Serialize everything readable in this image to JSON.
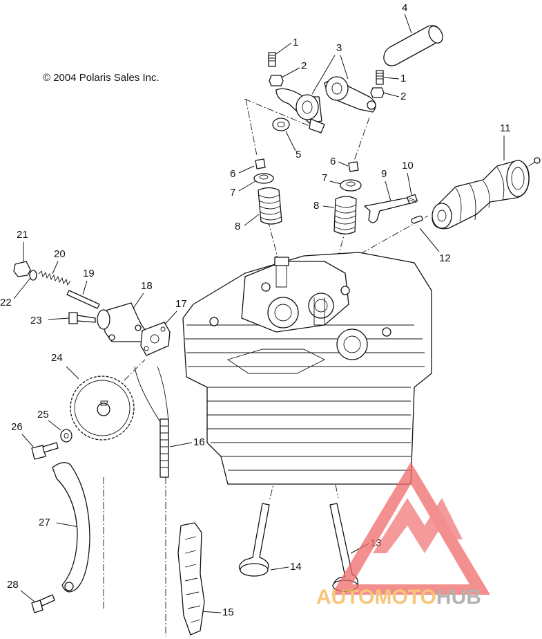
{
  "copyright": "© 2004 Polaris Sales Inc.",
  "watermark": {
    "part1": "AUTO",
    "part2": "MOTO",
    "part3": "HUB"
  },
  "callouts": [
    "1",
    "2",
    "3",
    "4",
    "1",
    "2",
    "5",
    "6",
    "7",
    "8",
    "6",
    "7",
    "8",
    "9",
    "10",
    "11",
    "12",
    "21",
    "20",
    "22",
    "19",
    "18",
    "17",
    "23",
    "24",
    "25",
    "26",
    "16",
    "27",
    "13",
    "14",
    "28",
    "15"
  ],
  "colors": {
    "line": "#111111",
    "watermark_red": "#f06a6a",
    "watermark_orange": "#f3b24d",
    "watermark_gray": "#9a9a9a"
  }
}
